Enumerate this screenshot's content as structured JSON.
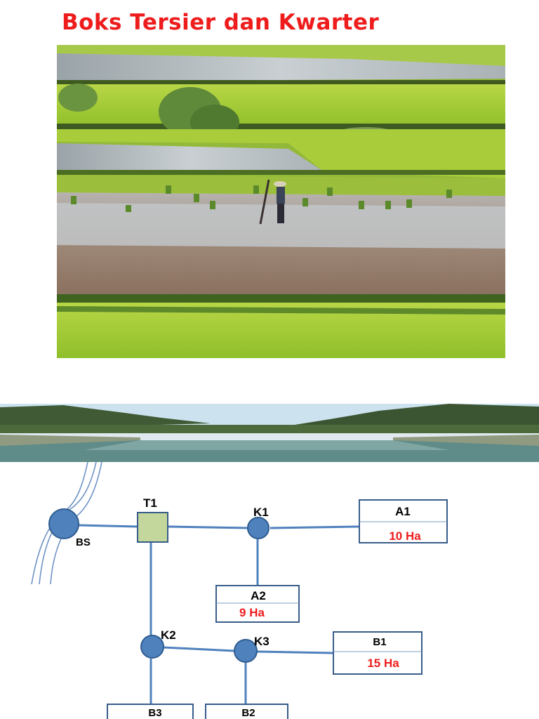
{
  "title": "Boks Tersier dan Kwarter",
  "photos": {
    "top": "rice-field-photo",
    "middle": "irrigation-canal-photo"
  },
  "colors": {
    "title": "#ee1c1c",
    "node_fill": "#4f81bd",
    "node_stroke": "#2f5d90",
    "box_stroke": "#385d8a",
    "tertiary_box_fill": "#c3d69b",
    "area_text": "#ee1c1c"
  },
  "diagram": {
    "nodes": {
      "bs": "BS",
      "t1": "T1",
      "k1": "K1",
      "k2": "K2",
      "k3": "K3"
    },
    "plots": {
      "a1": {
        "name": "A1",
        "area": "10 Ha"
      },
      "a2": {
        "name": "A2",
        "area": "9 Ha"
      },
      "b1": {
        "name": "B1",
        "area": "15 Ha"
      },
      "b2": {
        "name": "B2"
      },
      "b3": {
        "name": "B3"
      }
    }
  }
}
